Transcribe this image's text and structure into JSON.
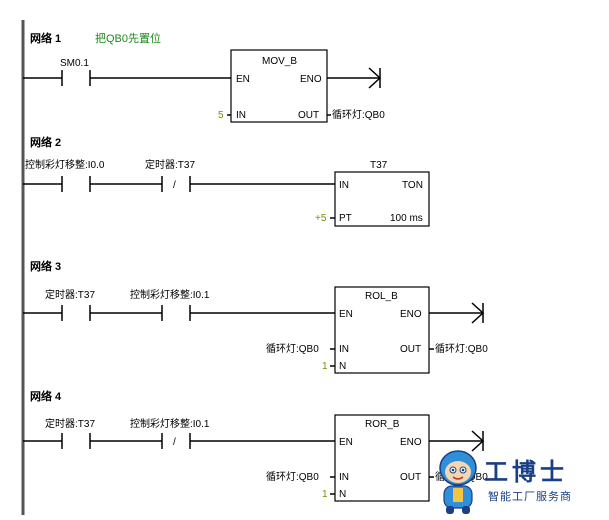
{
  "network1": {
    "title": "网络 1",
    "comment": "把QB0先置位",
    "contact": "SM0.1",
    "box_name": "MOV_B",
    "pin_en": "EN",
    "pin_eno": "ENO",
    "pin_in": "IN",
    "pin_out": "OUT",
    "in_value": "5",
    "out_operand": "循环灯:QB0"
  },
  "network2": {
    "title": "网络 2",
    "contact1": "控制彩灯移整:I0.0",
    "contact2": "定时器:T37",
    "contact2_type": "/",
    "box_label": "T37",
    "pin_in": "IN",
    "pin_type": "TON",
    "pin_pt": "PT",
    "pt_value": "+5",
    "resolution": "100 ms"
  },
  "network3": {
    "title": "网络 3",
    "contact1": "定时器:T37",
    "contact2": "控制彩灯移整:I0.1",
    "box_name": "ROL_B",
    "pin_en": "EN",
    "pin_eno": "ENO",
    "pin_in": "IN",
    "pin_out": "OUT",
    "pin_n": "N",
    "in_operand": "循环灯:QB0",
    "out_operand": "循环灯:QB0",
    "n_value": "1"
  },
  "network4": {
    "title": "网络 4",
    "contact1": "定时器:T37",
    "contact2": "控制彩灯移整:I0.1",
    "contact2_type": "/",
    "box_name": "ROR_B",
    "pin_en": "EN",
    "pin_eno": "ENO",
    "pin_in": "IN",
    "pin_out": "OUT",
    "pin_n": "N",
    "in_operand": "循环灯:QB0",
    "out_operand": "循环灯:QB0",
    "n_value": "1"
  },
  "watermark": {
    "brand": "工博士",
    "subtitle": "智能工厂服务商"
  },
  "colors": {
    "comment_green": "#1a8a1a",
    "constant_olive": "#7a8a10",
    "brand_blue": "#1b3f86"
  }
}
